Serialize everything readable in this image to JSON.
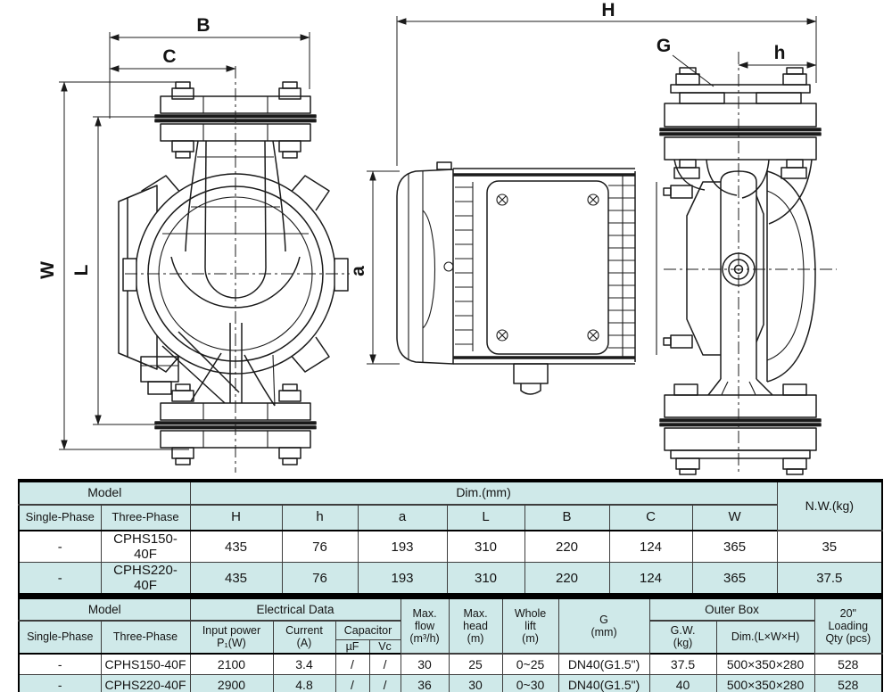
{
  "colors": {
    "table_fill": "#cfe9e9",
    "row_alt": "#ffffff",
    "line": "#1b1b1b",
    "border": "#000000"
  },
  "drawing": {
    "front_view": {
      "dim_B": "B",
      "dim_C": "C",
      "dim_W": "W",
      "dim_L": "L"
    },
    "side_view": {
      "dim_H": "H",
      "dim_G": "G",
      "dim_h": "h",
      "dim_a": "a"
    }
  },
  "table1": {
    "headers": {
      "model": "Model",
      "single_phase": "Single-Phase",
      "three_phase": "Three-Phase",
      "dim": "Dim.(mm)",
      "dim_cols": [
        "H",
        "h",
        "a",
        "L",
        "B",
        "C",
        "W"
      ],
      "nw": "N.W.(kg)"
    },
    "rows": [
      {
        "single": "-",
        "model": "CPHS150-40F",
        "vals": [
          "435",
          "76",
          "193",
          "310",
          "220",
          "124",
          "365"
        ],
        "nw": "35"
      },
      {
        "single": "-",
        "model": "CPHS220-40F",
        "vals": [
          "435",
          "76",
          "193",
          "310",
          "220",
          "124",
          "365"
        ],
        "nw": "37.5"
      }
    ]
  },
  "table2": {
    "headers": {
      "model": "Model",
      "single_phase": "Single-Phase",
      "three_phase": "Three-Phase",
      "electrical": "Electrical Data",
      "input_power": "Input power\nP₁(W)",
      "current": "Current\n(A)",
      "capacitor": "Capacitor",
      "uf": "µF",
      "vc": "Vc",
      "max_flow": "Max.\nflow\n(m³/h)",
      "max_head": "Max.\nhead\n(m)",
      "whole_lift": "Whole\nlift\n(m)",
      "g": "G\n(mm)",
      "outer_box": "Outer Box",
      "gw": "G.W.\n(kg)",
      "dim_lwh": "Dim.(L×W×H)",
      "loading": "20\"\nLoading\nQty (pcs)"
    },
    "rows": [
      {
        "single": "-",
        "model": "CPHS150-40F",
        "power": "2100",
        "current": "3.4",
        "uf": "/",
        "vc": "/",
        "flow": "30",
        "head": "25",
        "lift": "0~25",
        "g": "DN40(G1.5\")",
        "gw": "37.5",
        "dim": "500×350×280",
        "qty": "528"
      },
      {
        "single": "-",
        "model": "CPHS220-40F",
        "power": "2900",
        "current": "4.8",
        "uf": "/",
        "vc": "/",
        "flow": "36",
        "head": "30",
        "lift": "0~30",
        "g": "DN40(G1.5\")",
        "gw": "40",
        "dim": "500×350×280",
        "qty": "528"
      }
    ]
  }
}
